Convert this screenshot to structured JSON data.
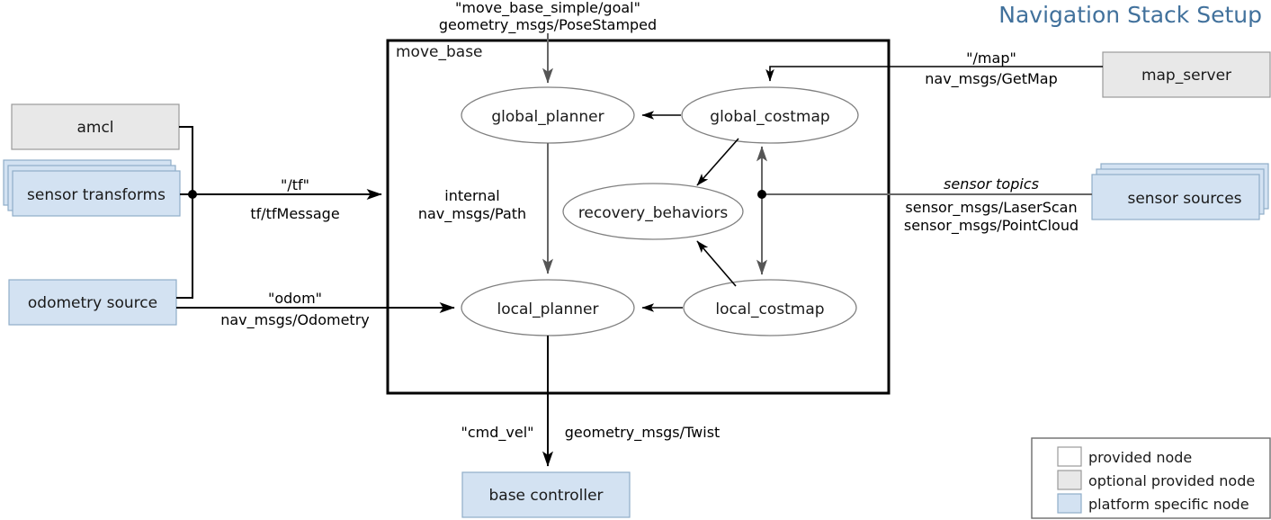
{
  "title": "Navigation Stack Setup",
  "title_color": "#41719c",
  "colors": {
    "provided_node": "#ffffff",
    "optional_provided_node": "#e8e8e8",
    "platform_specific_node": "#d3e2f2",
    "edge": "#000000",
    "internal_edge": "#666666",
    "ellipse_stroke": "#808080",
    "frame": "#000000"
  },
  "frame": {
    "label": "move_base"
  },
  "nodes": {
    "amcl": {
      "label": "amcl",
      "type": "optional provided node"
    },
    "sensor_transforms": {
      "label": "sensor transforms",
      "type": "platform specific node",
      "stacked": true
    },
    "odometry_source": {
      "label": "odometry source",
      "type": "platform specific node"
    },
    "map_server": {
      "label": "map_server",
      "type": "optional provided node"
    },
    "sensor_sources": {
      "label": "sensor sources",
      "type": "platform specific node",
      "stacked": true
    },
    "base_controller": {
      "label": "base controller",
      "type": "platform specific node"
    }
  },
  "internal_nodes": {
    "global_planner": {
      "label": "global_planner"
    },
    "global_costmap": {
      "label": "global_costmap"
    },
    "recovery_behaviors": {
      "label": "recovery_behaviors"
    },
    "local_planner": {
      "label": "local_planner"
    },
    "local_costmap": {
      "label": "local_costmap"
    }
  },
  "edges": {
    "goal": {
      "topic": "\"move_base_simple/goal\"",
      "msg_type": "geometry_msgs/PoseStamped"
    },
    "tf": {
      "topic": "\"/tf\"",
      "msg_type": "tf/tfMessage"
    },
    "odom": {
      "topic": "\"odom\"",
      "msg_type": "nav_msgs/Odometry"
    },
    "internal_path": {
      "topic": "internal",
      "msg_type": "nav_msgs/Path"
    },
    "map": {
      "topic": "\"/map\"",
      "msg_type": "nav_msgs/GetMap"
    },
    "sensor_topics": {
      "topic": "sensor topics",
      "msg_type_1": "sensor_msgs/LaserScan",
      "msg_type_2": "sensor_msgs/PointCloud"
    },
    "cmd_vel": {
      "topic": "\"cmd_vel\"",
      "msg_type": "geometry_msgs/Twist"
    }
  },
  "legend": {
    "items": [
      {
        "label": "provided node",
        "swatch": "#ffffff"
      },
      {
        "label": "optional provided node",
        "swatch": "#e8e8e8"
      },
      {
        "label": "platform specific node",
        "swatch": "#d3e2f2"
      }
    ]
  }
}
